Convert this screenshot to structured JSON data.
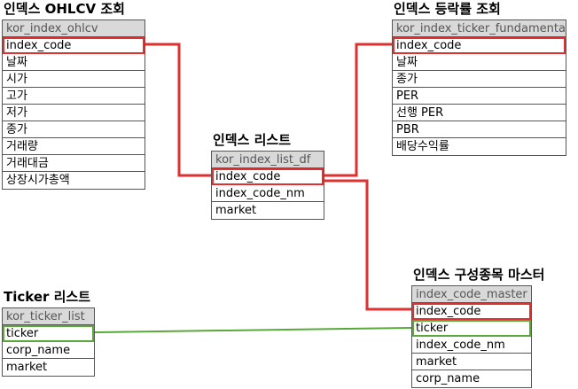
{
  "ohlcv": {
    "title": "인덱스 OHLCV 조회",
    "table": "kor_index_ohlcv",
    "fields": [
      "index_code",
      "날짜",
      "시가",
      "고가",
      "저가",
      "종가",
      "거래량",
      "거래대금",
      "상장시가총액"
    ]
  },
  "fundamental": {
    "title": "인덱스 등락률 조회",
    "table": "kor_index_ticker_fundamental",
    "fields": [
      "index_code",
      "날짜",
      "종가",
      "PER",
      "선행 PER",
      "PBR",
      "배당수익률"
    ]
  },
  "index_list": {
    "title": "인덱스 리스트",
    "table": "kor_index_list_df",
    "fields": [
      "index_code",
      "index_code_nm",
      "market"
    ]
  },
  "master": {
    "title": "인덱스 구성종목 마스터",
    "table": "index_code_master",
    "fields": [
      "index_code",
      "ticker",
      "index_code_nm",
      "market",
      "corp_name"
    ]
  },
  "ticker_list": {
    "title": "Ticker 리스트",
    "table": "kor_ticker_list",
    "fields": [
      "ticker",
      "corp_name",
      "market"
    ]
  },
  "colors": {
    "index_link": "#e03030",
    "ticker_link": "#5aa83a"
  }
}
